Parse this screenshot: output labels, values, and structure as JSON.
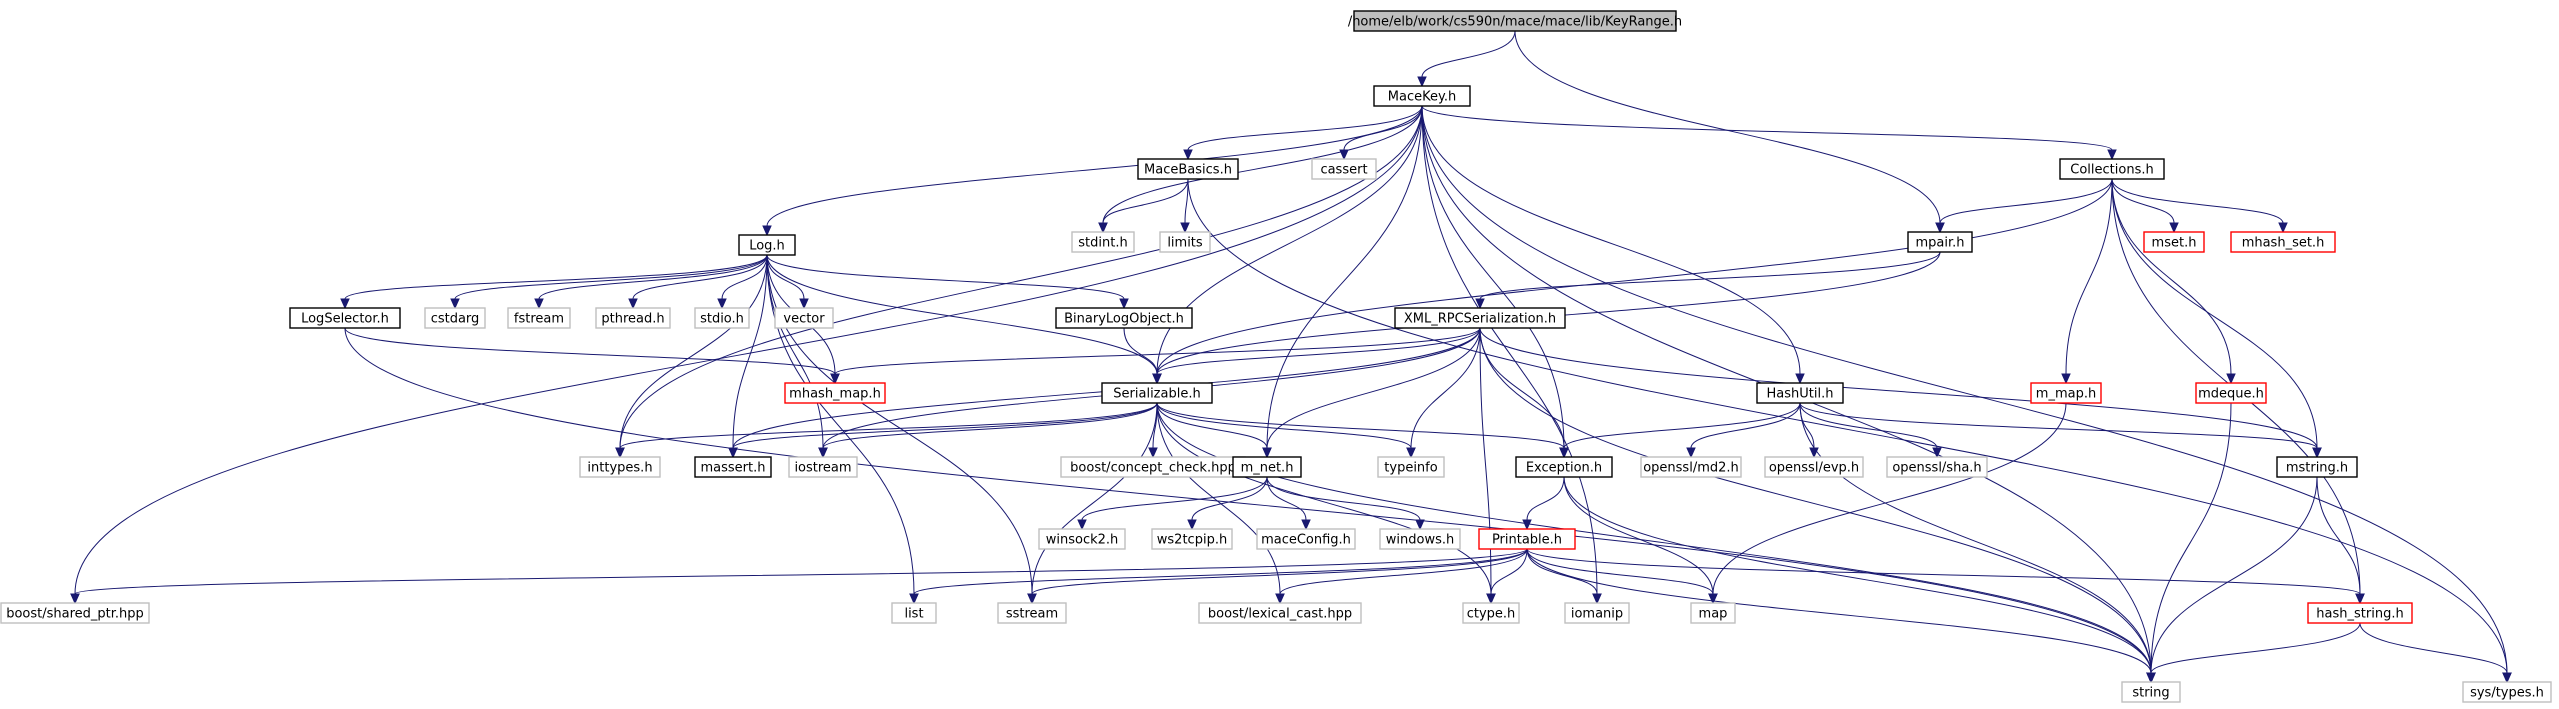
{
  "nodes": [
    {
      "id": "keyrange",
      "label": "/home/elb/work/cs590n/mace/mace/lib/KeyRange.h",
      "style": "root"
    },
    {
      "id": "macekey",
      "label": "MaceKey.h",
      "style": "doc"
    },
    {
      "id": "macebasics",
      "label": "MaceBasics.h",
      "style": "doc"
    },
    {
      "id": "cassert",
      "label": "cassert",
      "style": "sys"
    },
    {
      "id": "collections",
      "label": "Collections.h",
      "style": "doc"
    },
    {
      "id": "stdint",
      "label": "stdint.h",
      "style": "sys"
    },
    {
      "id": "limits",
      "label": "limits",
      "style": "sys"
    },
    {
      "id": "mpair",
      "label": "mpair.h",
      "style": "doc"
    },
    {
      "id": "mset",
      "label": "mset.h",
      "style": "trunc"
    },
    {
      "id": "mhashset",
      "label": "mhash_set.h",
      "style": "trunc"
    },
    {
      "id": "log",
      "label": "Log.h",
      "style": "doc"
    },
    {
      "id": "logselector",
      "label": "LogSelector.h",
      "style": "doc"
    },
    {
      "id": "cstdarg",
      "label": "cstdarg",
      "style": "sys"
    },
    {
      "id": "fstream",
      "label": "fstream",
      "style": "sys"
    },
    {
      "id": "pthread",
      "label": "pthread.h",
      "style": "sys"
    },
    {
      "id": "stdio",
      "label": "stdio.h",
      "style": "sys"
    },
    {
      "id": "vector",
      "label": "vector",
      "style": "sys"
    },
    {
      "id": "binarylog",
      "label": "BinaryLogObject.h",
      "style": "doc"
    },
    {
      "id": "xmlrpc",
      "label": "XML_RPCSerialization.h",
      "style": "doc"
    },
    {
      "id": "mhashmap",
      "label": "mhash_map.h",
      "style": "trunc"
    },
    {
      "id": "serializable",
      "label": "Serializable.h",
      "style": "doc"
    },
    {
      "id": "hashutil",
      "label": "HashUtil.h",
      "style": "doc"
    },
    {
      "id": "mmap",
      "label": "m_map.h",
      "style": "trunc"
    },
    {
      "id": "mdeque",
      "label": "mdeque.h",
      "style": "trunc"
    },
    {
      "id": "inttypes",
      "label": "inttypes.h",
      "style": "sys"
    },
    {
      "id": "massert",
      "label": "massert.h",
      "style": "doc"
    },
    {
      "id": "iostream",
      "label": "iostream",
      "style": "sys"
    },
    {
      "id": "conceptcheck",
      "label": "boost/concept_check.hpp",
      "style": "sys"
    },
    {
      "id": "mnet",
      "label": "m_net.h",
      "style": "doc"
    },
    {
      "id": "typeinfo",
      "label": "typeinfo",
      "style": "sys"
    },
    {
      "id": "exception",
      "label": "Exception.h",
      "style": "doc"
    },
    {
      "id": "md2",
      "label": "openssl/md2.h",
      "style": "sys"
    },
    {
      "id": "evp",
      "label": "openssl/evp.h",
      "style": "sys"
    },
    {
      "id": "sha",
      "label": "openssl/sha.h",
      "style": "sys"
    },
    {
      "id": "mstring",
      "label": "mstring.h",
      "style": "doc"
    },
    {
      "id": "winsock",
      "label": "winsock2.h",
      "style": "sys"
    },
    {
      "id": "ws2tcpip",
      "label": "ws2tcpip.h",
      "style": "sys"
    },
    {
      "id": "maceconfig",
      "label": "maceConfig.h",
      "style": "sys"
    },
    {
      "id": "windows",
      "label": "windows.h",
      "style": "sys"
    },
    {
      "id": "printable",
      "label": "Printable.h",
      "style": "trunc"
    },
    {
      "id": "sharedptr",
      "label": "boost/shared_ptr.hpp",
      "style": "sys"
    },
    {
      "id": "list",
      "label": "list",
      "style": "sys"
    },
    {
      "id": "sstream",
      "label": "sstream",
      "style": "sys"
    },
    {
      "id": "lexicalcast",
      "label": "boost/lexical_cast.hpp",
      "style": "sys"
    },
    {
      "id": "ctype",
      "label": "ctype.h",
      "style": "sys"
    },
    {
      "id": "iomanip",
      "label": "iomanip",
      "style": "sys"
    },
    {
      "id": "map",
      "label": "map",
      "style": "sys"
    },
    {
      "id": "hashstring",
      "label": "hash_string.h",
      "style": "trunc"
    },
    {
      "id": "string",
      "label": "string",
      "style": "sys"
    },
    {
      "id": "systypes",
      "label": "sys/types.h",
      "style": "sys"
    }
  ],
  "edges": [
    [
      "keyrange",
      "macekey"
    ],
    [
      "keyrange",
      "mpair"
    ],
    [
      "macekey",
      "macebasics"
    ],
    [
      "macekey",
      "cassert"
    ],
    [
      "macekey",
      "collections"
    ],
    [
      "macekey",
      "stdint"
    ],
    [
      "macekey",
      "log"
    ],
    [
      "macekey",
      "serializable"
    ],
    [
      "macekey",
      "mnet"
    ],
    [
      "macekey",
      "exception"
    ],
    [
      "macekey",
      "hashutil"
    ],
    [
      "macekey",
      "iomanip"
    ],
    [
      "macekey",
      "sharedptr"
    ],
    [
      "macekey",
      "inttypes"
    ],
    [
      "macekey",
      "string"
    ],
    [
      "macekey",
      "systypes"
    ],
    [
      "macebasics",
      "stdint"
    ],
    [
      "macebasics",
      "limits"
    ],
    [
      "macebasics",
      "systypes"
    ],
    [
      "collections",
      "mpair"
    ],
    [
      "collections",
      "mset"
    ],
    [
      "collections",
      "mhashset"
    ],
    [
      "collections",
      "mmap"
    ],
    [
      "collections",
      "mdeque"
    ],
    [
      "collections",
      "mstring"
    ],
    [
      "collections",
      "hashstring"
    ],
    [
      "collections",
      "serializable"
    ],
    [
      "mpair",
      "xmlrpc"
    ],
    [
      "mpair",
      "serializable"
    ],
    [
      "log",
      "logselector"
    ],
    [
      "log",
      "cstdarg"
    ],
    [
      "log",
      "fstream"
    ],
    [
      "log",
      "pthread"
    ],
    [
      "log",
      "stdio"
    ],
    [
      "log",
      "vector"
    ],
    [
      "log",
      "binarylog"
    ],
    [
      "log",
      "mhashmap"
    ],
    [
      "log",
      "serializable"
    ],
    [
      "log",
      "massert"
    ],
    [
      "log",
      "iostream"
    ],
    [
      "log",
      "list"
    ],
    [
      "log",
      "sstream"
    ],
    [
      "log",
      "inttypes"
    ],
    [
      "logselector",
      "mhashmap"
    ],
    [
      "logselector",
      "string"
    ],
    [
      "binarylog",
      "serializable"
    ],
    [
      "xmlrpc",
      "mhashmap"
    ],
    [
      "xmlrpc",
      "serializable"
    ],
    [
      "xmlrpc",
      "mnet"
    ],
    [
      "xmlrpc",
      "typeinfo"
    ],
    [
      "xmlrpc",
      "exception"
    ],
    [
      "xmlrpc",
      "mstring"
    ],
    [
      "xmlrpc",
      "string"
    ],
    [
      "xmlrpc",
      "massert"
    ],
    [
      "xmlrpc",
      "iostream"
    ],
    [
      "xmlrpc",
      "ctype"
    ],
    [
      "serializable",
      "inttypes"
    ],
    [
      "serializable",
      "massert"
    ],
    [
      "serializable",
      "iostream"
    ],
    [
      "serializable",
      "conceptcheck"
    ],
    [
      "serializable",
      "mnet"
    ],
    [
      "serializable",
      "typeinfo"
    ],
    [
      "serializable",
      "exception"
    ],
    [
      "serializable",
      "string"
    ],
    [
      "serializable",
      "sstream"
    ],
    [
      "serializable",
      "lexicalcast"
    ],
    [
      "serializable",
      "ctype"
    ],
    [
      "hashutil",
      "exception"
    ],
    [
      "hashutil",
      "md2"
    ],
    [
      "hashutil",
      "evp"
    ],
    [
      "hashutil",
      "sha"
    ],
    [
      "hashutil",
      "mstring"
    ],
    [
      "hashutil",
      "string"
    ],
    [
      "mmap",
      "map"
    ],
    [
      "mdeque",
      "string"
    ],
    [
      "mnet",
      "winsock"
    ],
    [
      "mnet",
      "ws2tcpip"
    ],
    [
      "mnet",
      "maceconfig"
    ],
    [
      "mnet",
      "windows"
    ],
    [
      "exception",
      "printable"
    ],
    [
      "exception",
      "map"
    ],
    [
      "exception",
      "string"
    ],
    [
      "mstring",
      "hashstring"
    ],
    [
      "mstring",
      "string"
    ],
    [
      "printable",
      "sharedptr"
    ],
    [
      "printable",
      "list"
    ],
    [
      "printable",
      "sstream"
    ],
    [
      "printable",
      "lexicalcast"
    ],
    [
      "printable",
      "ctype"
    ],
    [
      "printable",
      "iomanip"
    ],
    [
      "printable",
      "map"
    ],
    [
      "printable",
      "hashstring"
    ],
    [
      "printable",
      "string"
    ],
    [
      "hashstring",
      "string"
    ],
    [
      "hashstring",
      "systypes"
    ]
  ],
  "colors": {
    "edge": "#191970",
    "doc_border": "#000000",
    "trunc_border": "#ff0000",
    "sys_border": "#bfbfbf",
    "root_fill": "#bfbfbf",
    "root_border": "#000000"
  }
}
